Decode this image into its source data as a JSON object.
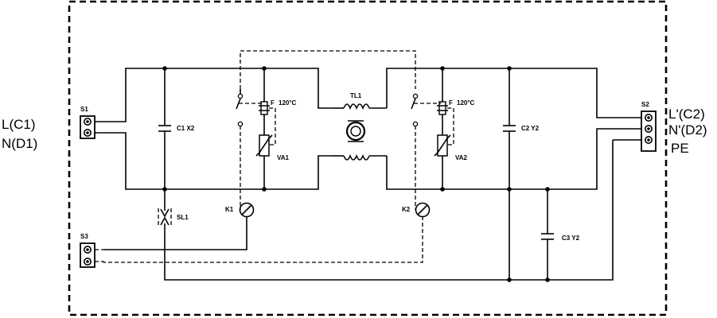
{
  "terminals": {
    "input_line": "L(C1)",
    "input_neutral": "N(D1)",
    "output_line": "L'(C2)",
    "output_neutral": "N'(D2)",
    "output_pe": "PE"
  },
  "components": {
    "s1": "S1",
    "s2": "S2",
    "s3": "S3",
    "c1": "C1 X2",
    "c2": "C2 Y2",
    "c3": "C3 Y2",
    "tl1": "TL1",
    "fuse_left": "F",
    "fuse_left_rating": "120°C",
    "fuse_right": "F",
    "fuse_right_rating": "120°C",
    "va1": "VA1",
    "va2": "VA2",
    "k1": "K1",
    "k2": "K2",
    "sl1": "SL1"
  }
}
